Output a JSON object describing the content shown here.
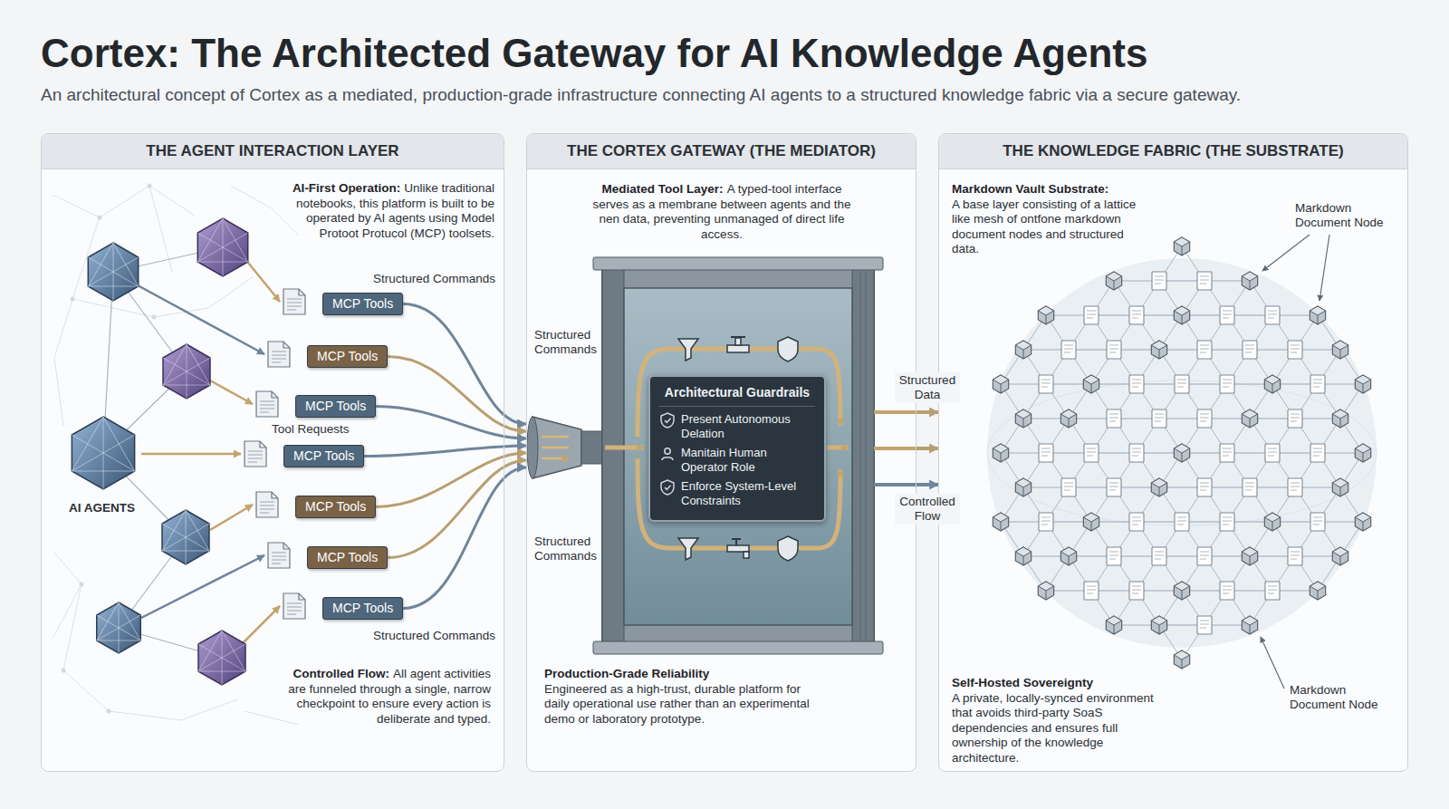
{
  "diagram": {
    "title": "Cortex: The Architected Gateway for AI Knowledge Agents",
    "caption": "An architectural concept of Cortex as a mediated, production-grade infrastructure connecting AI agents to a structured knowledge fabric via a secure gateway.",
    "nodes": [
      {
        "text": [
          "THE AGENT INTERACTION LAYER",
          "AI-First Operation:",
          "Unlike traditional notebooks, this platform is built to be operated by AI agents using Model Protoot Protucol (MCP) toolsets.",
          "Controlled Flow:",
          "All agent activities are funneled through a single, narrow checkpoint to ensure every action is deliberate and typed."
        ]
      },
      {
        "text": [
          "MCP Tools"
        ],
        "in": 0
      },
      {
        "text": [
          "MCP Tools"
        ],
        "in": 0
      },
      {
        "text": [
          "MCP Tools"
        ],
        "in": 0
      },
      {
        "text": [
          "MCP Tools"
        ],
        "in": 0
      },
      {
        "text": [
          "MCP Tools"
        ],
        "in": 0
      },
      {
        "text": [
          "MCP Tools"
        ],
        "in": 0
      },
      {
        "text": [
          "MCP Tools"
        ],
        "in": 0
      },
      {
        "text": [
          "THE CORTEX GATEWAY (THE MEDIATOR)",
          "Mediated Tool Layer:",
          "A typed-tool interface serves as a membrane between agents and the nen data, preventing unmanaged of direct life access.",
          "Production-Grade Reliability",
          "Engineered as a high-trust, durable platform for daily operational use rather than an experimental demo or laboratory prototype."
        ]
      },
      {
        "text": [
          "Architectural Guardrails",
          "Present Autonomous Delation",
          "Manitain Human Operator Role",
          "Enforce System-Level Constraints"
        ],
        "in": 8
      },
      {
        "text": [
          "THE KNOWLEDGE FABRIC (THE SUBSTRATE)",
          "Markdown Vault Substrate:",
          "A base layer consisting of a lattice like mesh of ontfone markdown document nodes and structured data.",
          "Self-Hosted Sovereignty",
          "A private, locally-synced environment that avoids third-party SoaS dependencies and ensures full ownership of the knowledge architecture."
        ]
      }
    ],
    "edges": [
      {
        "from": 1,
        "to": 8,
        "arrow": "to"
      },
      {
        "from": 2,
        "to": 8,
        "arrow": "to"
      },
      {
        "from": 3,
        "to": 8,
        "arrow": "to"
      },
      {
        "from": 4,
        "to": 8,
        "arrow": "to"
      },
      {
        "from": 5,
        "to": 8,
        "arrow": "to"
      },
      {
        "from": 6,
        "to": 8,
        "arrow": "to"
      },
      {
        "from": 7,
        "to": 8,
        "arrow": "to"
      },
      {
        "from": 8,
        "to": 10,
        "label": "Structured Data",
        "arrow": "to"
      },
      {
        "from": 8,
        "to": 10,
        "arrow": "to"
      },
      {
        "from": 8,
        "to": 10,
        "label": "Controlled Flow",
        "arrow": "to"
      }
    ],
    "labels": [
      "Structured Commands",
      "Tool Requests",
      "Structured Commands",
      "AI AGENTS",
      "Structured Commands",
      "Structured Commands",
      "Markdown Document Node",
      "Markdown Document Node"
    ]
  }
}
